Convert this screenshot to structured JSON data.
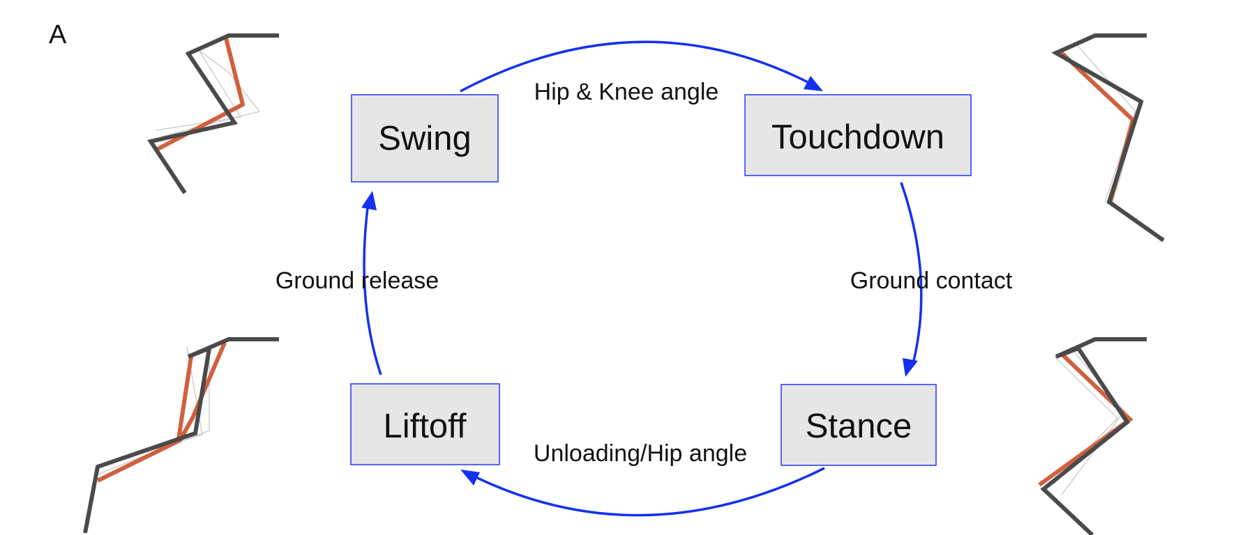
{
  "panel_label": "A",
  "states": {
    "swing": "Swing",
    "touchdown": "Touchdown",
    "stance": "Stance",
    "liftoff": "Liftoff"
  },
  "transitions": {
    "swing_to_touchdown": "Hip & Knee angle",
    "touchdown_to_stance": "Ground contact",
    "stance_to_liftoff": "Unloading/Hip angle",
    "liftoff_to_swing": "Ground release"
  },
  "colors": {
    "arrow": "#1530f0",
    "box_border": "#2233ff",
    "box_fill": "#e6e6e6",
    "limb_current": "#4a4a4a",
    "limb_previous": "#d0603f",
    "limb_ghost": "#cfcfcf"
  }
}
